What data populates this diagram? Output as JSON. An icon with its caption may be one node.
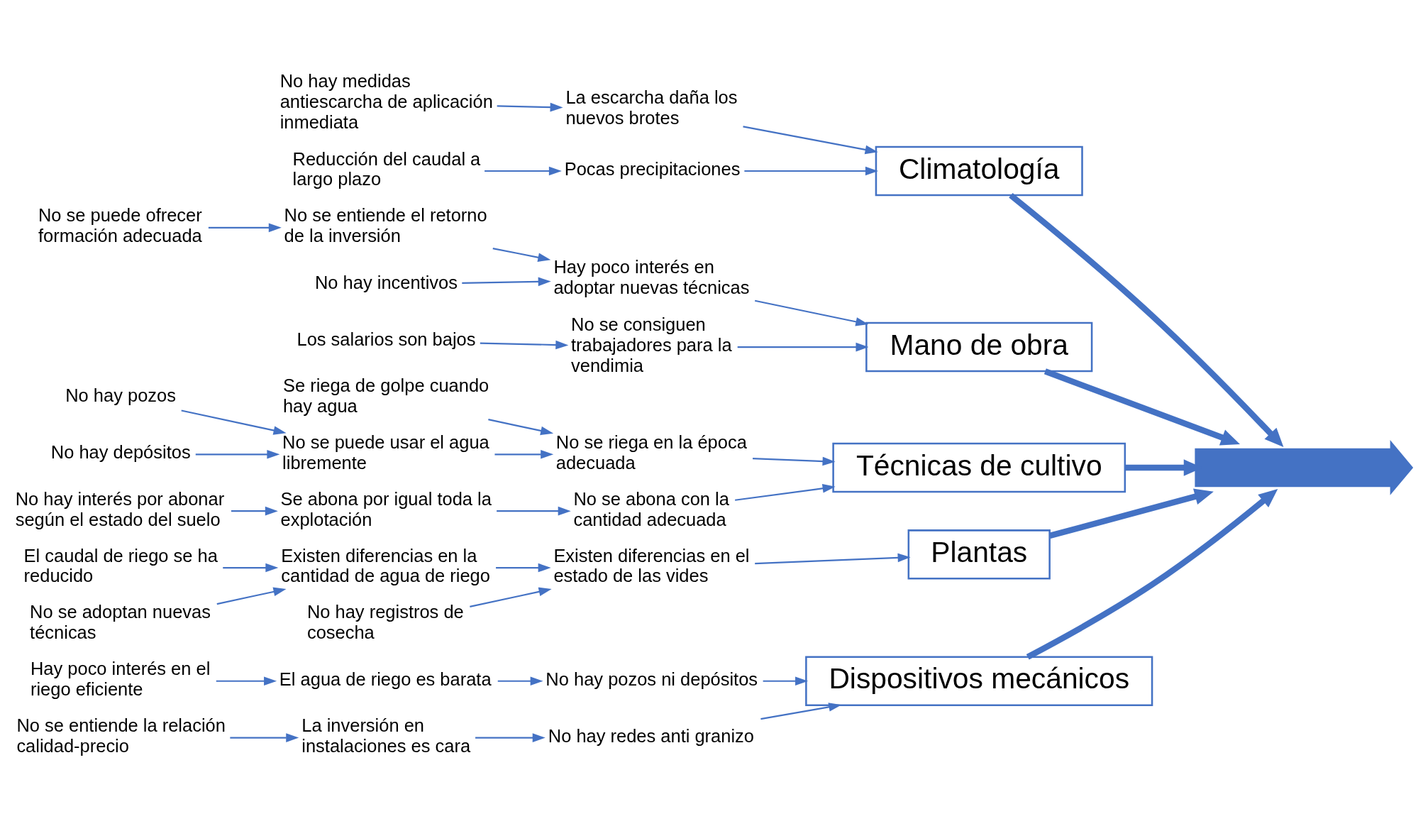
{
  "diagram": {
    "nodes": [
      {
        "text": [
          "Dispositivos mecánicos"
        ]
      },
      {
        "text": [
          "Climatología"
        ]
      },
      {
        "text": [
          "Mano de obra"
        ]
      },
      {
        "text": [
          "Técnicas de cultivo"
        ]
      },
      {
        "text": [
          "Plantas"
        ]
      },
      {
        "text": [],
        "shape": "arrow"
      },
      {
        "text": [
          "No hay pozos ni depósitos"
        ]
      },
      {
        "text": [
          "La inversión en instalaciones es cara"
        ]
      },
      {
        "text": [
          "Hay poco interés en el riego eficiente"
        ]
      },
      {
        "text": [
          "No se entiende la relación calidad-precio"
        ]
      },
      {
        "text": [
          "El agua de riego es barata"
        ]
      },
      {
        "text": [
          "No hay redes anti granizo"
        ]
      },
      {
        "text": [
          "La escarcha daña los nuevos brotes"
        ]
      },
      {
        "text": [
          "No hay medidas antiescarcha de aplicación inmediata"
        ]
      },
      {
        "text": [
          "Reducción del caudal a largo plazo"
        ]
      },
      {
        "text": [
          "Pocas precipitaciones"
        ]
      },
      {
        "text": [
          "No se entiende el retorno de la inversión"
        ]
      },
      {
        "text": [
          "No se puede ofrecer formación adecuada"
        ]
      },
      {
        "text": [
          "Los salarios son bajos"
        ]
      },
      {
        "text": [
          "Hay poco interés en adoptar nuevas técnicas"
        ]
      },
      {
        "text": [
          "No se consiguen trabajadores para la vendimia"
        ]
      },
      {
        "text": [
          "No hay incentivos"
        ]
      },
      {
        "text": [
          "Se abona por igual toda la explotación"
        ]
      },
      {
        "text": [
          "Se riega de golpe cuando hay agua"
        ]
      },
      {
        "text": [
          "No se riega en la época adecuada"
        ]
      },
      {
        "text": [
          "No hay interés por abonar según el estado del suelo"
        ]
      },
      {
        "text": [
          "No hay pozos"
        ]
      },
      {
        "text": [
          "No se abona con la cantidad adecuada"
        ]
      },
      {
        "text": [
          "No hay depósitos"
        ]
      },
      {
        "text": [
          "No se puede usar el agua libremente"
        ]
      },
      {
        "text": [
          "Existen diferencias en la cantidad de agua de riego"
        ]
      },
      {
        "text": [
          "El caudal de riego se ha reducido"
        ]
      },
      {
        "text": [
          "No se adoptan nuevas técnicas"
        ]
      },
      {
        "text": [
          "Existen diferencias en el estado de las vides"
        ]
      },
      {
        "text": [
          "No hay registros de cosecha"
        ]
      }
    ],
    "edges": [
      {
        "from": 0,
        "to": 5,
        "arrow": "to",
        "style": "thick"
      },
      {
        "from": 1,
        "to": 5,
        "arrow": "to",
        "style": "thick"
      },
      {
        "from": 2,
        "to": 5,
        "arrow": "to",
        "style": "thick"
      },
      {
        "from": 3,
        "to": 5,
        "arrow": "to",
        "style": "thick"
      },
      {
        "from": 4,
        "to": 5,
        "arrow": "to",
        "style": "thick"
      },
      {
        "from": 6,
        "to": 0,
        "arrow": "to"
      },
      {
        "from": 10,
        "to": 6,
        "arrow": "to"
      },
      {
        "from": 8,
        "to": 10,
        "arrow": "to"
      },
      {
        "from": 11,
        "to": 0,
        "arrow": "to"
      },
      {
        "from": 7,
        "to": 11,
        "arrow": "to"
      },
      {
        "from": 9,
        "to": 7,
        "arrow": "to"
      },
      {
        "from": 12,
        "to": 1,
        "arrow": "to"
      },
      {
        "from": 13,
        "to": 12,
        "arrow": "to"
      },
      {
        "from": 15,
        "to": 1,
        "arrow": "to"
      },
      {
        "from": 14,
        "to": 15,
        "arrow": "to"
      },
      {
        "from": 19,
        "to": 2,
        "arrow": "to"
      },
      {
        "from": 16,
        "to": 19,
        "arrow": "to"
      },
      {
        "from": 17,
        "to": 16,
        "arrow": "to"
      },
      {
        "from": 21,
        "to": 19,
        "arrow": "to"
      },
      {
        "from": 20,
        "to": 2,
        "arrow": "to"
      },
      {
        "from": 18,
        "to": 20,
        "arrow": "to"
      },
      {
        "from": 27,
        "to": 3,
        "arrow": "to"
      },
      {
        "from": 22,
        "to": 27,
        "arrow": "to"
      },
      {
        "from": 25,
        "to": 22,
        "arrow": "to"
      },
      {
        "from": 24,
        "to": 3,
        "arrow": "to"
      },
      {
        "from": 23,
        "to": 24,
        "arrow": "to"
      },
      {
        "from": 29,
        "to": 24,
        "arrow": "to"
      },
      {
        "from": 26,
        "to": 29,
        "arrow": "to"
      },
      {
        "from": 28,
        "to": 29,
        "arrow": "to"
      },
      {
        "from": 33,
        "to": 4,
        "arrow": "to"
      },
      {
        "from": 30,
        "to": 33,
        "arrow": "to"
      },
      {
        "from": 31,
        "to": 30,
        "arrow": "to"
      },
      {
        "from": 32,
        "to": 30,
        "arrow": "to"
      },
      {
        "from": 34,
        "to": 33,
        "arrow": "to"
      }
    ]
  }
}
